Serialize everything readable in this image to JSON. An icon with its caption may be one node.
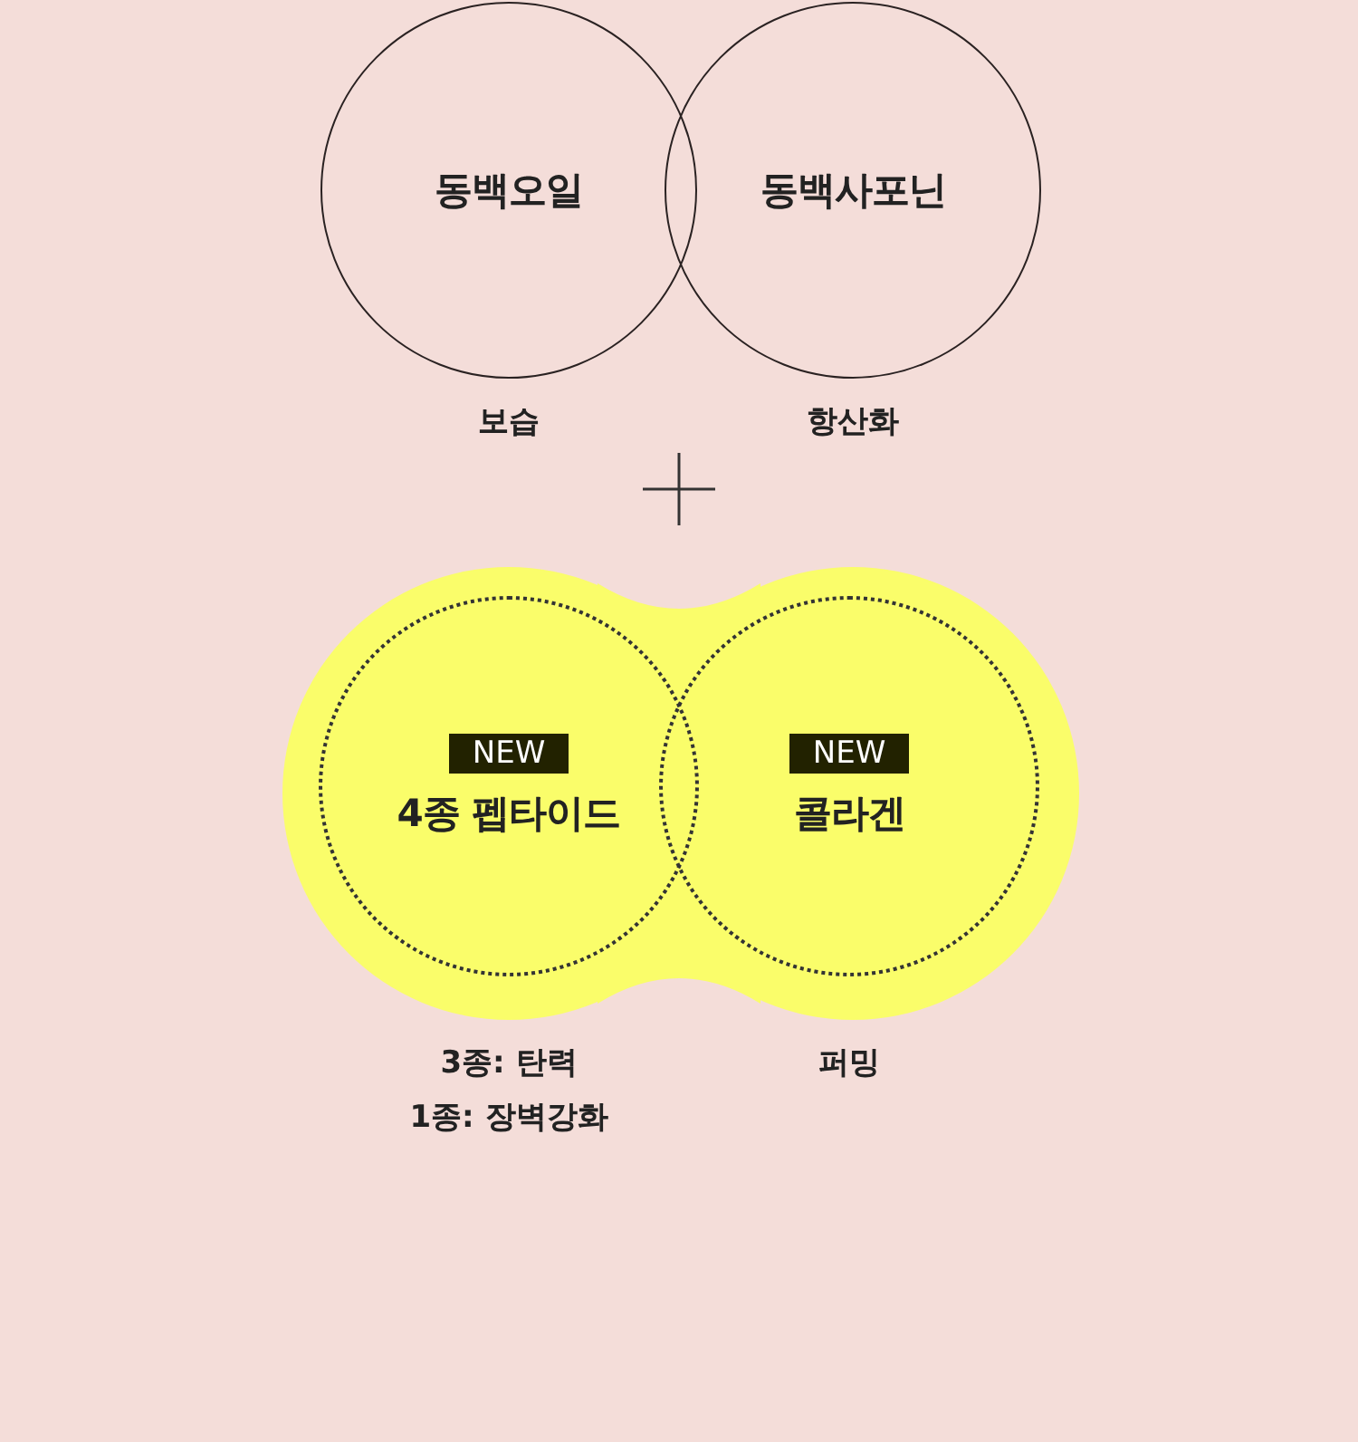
{
  "diagram": {
    "nodes": [
      {
        "text": [
          "동백오일"
        ],
        "beside": [
          "보습"
        ]
      },
      {
        "text": [
          "동백사포닌"
        ],
        "beside": [
          "항산화"
        ]
      },
      {
        "text": [
          "NEW",
          "4종 펩타이드"
        ],
        "beside": [
          "3종: 탄력",
          "1종: 장벽강화"
        ]
      },
      {
        "text": [
          "NEW",
          "콜라겐"
        ],
        "beside": [
          "퍼밍"
        ]
      }
    ]
  }
}
